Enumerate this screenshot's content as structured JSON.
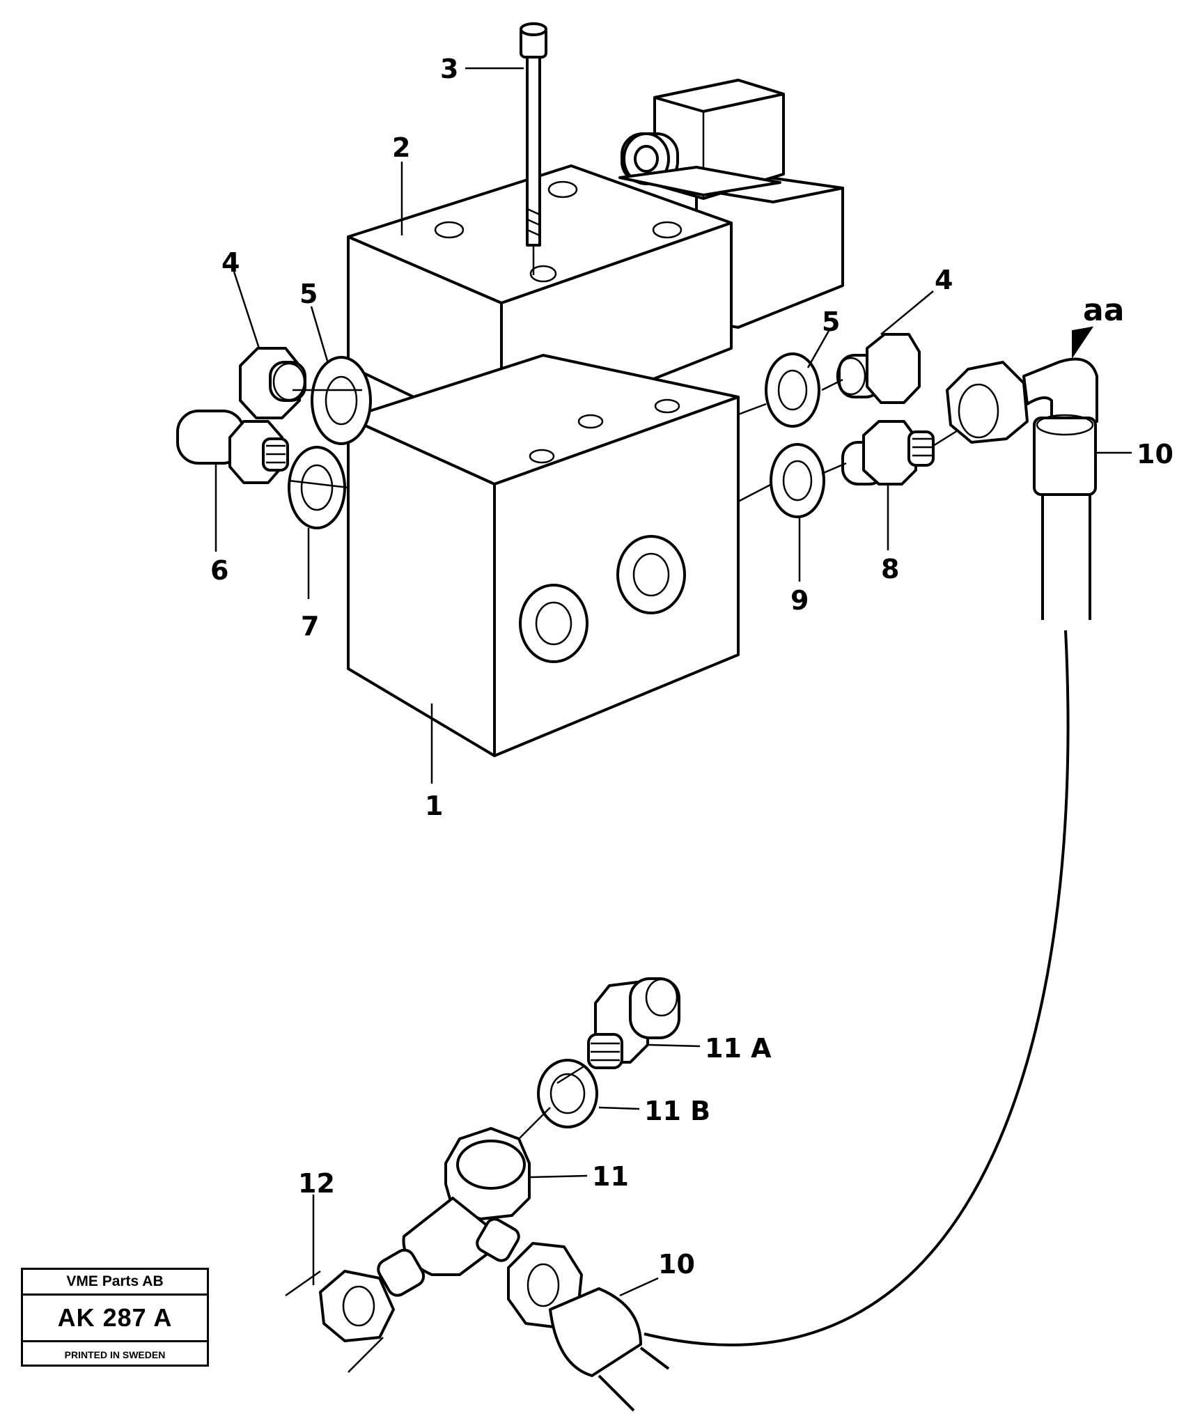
{
  "callouts": {
    "c1": "1",
    "c2": "2",
    "c3": "3",
    "c4_left": "4",
    "c4_right": "4",
    "c5_left": "5",
    "c5_right": "5",
    "c6": "6",
    "c7": "7",
    "c8": "8",
    "c9": "9",
    "c10_top": "10",
    "c10_bottom": "10",
    "c11": "11",
    "c11a": "11 A",
    "c11b": "11 B",
    "c12": "12",
    "aa": "aa"
  },
  "title_block": {
    "company": "VME Parts AB",
    "code": "AK 287 A",
    "printed": "PRINTED IN SWEDEN"
  }
}
